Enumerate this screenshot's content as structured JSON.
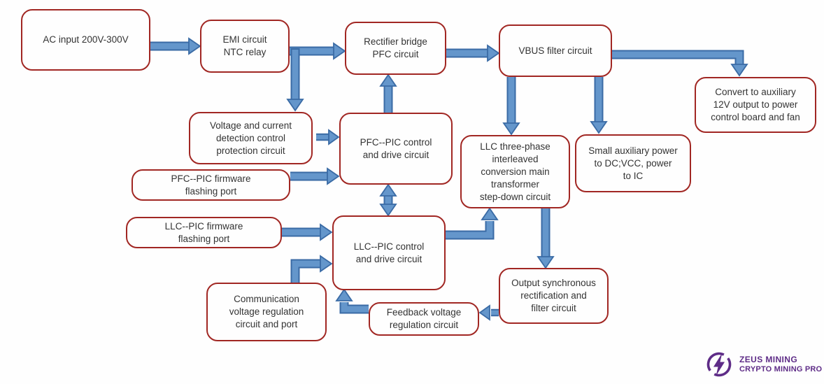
{
  "diagram": {
    "boxes": [
      {
        "id": "ac-input",
        "label": "AC input 200V-300V"
      },
      {
        "id": "emi-circuit",
        "label": "EMI circuit\nNTC relay"
      },
      {
        "id": "rectifier-bridge",
        "label": "Rectifier bridge\nPFC circuit"
      },
      {
        "id": "vbus-filter",
        "label": "VBUS filter circuit"
      },
      {
        "id": "convert-aux-12v",
        "label": "Convert to auxiliary\n12V output to power\ncontrol board and fan"
      },
      {
        "id": "voltage-current-detection",
        "label": "Voltage and current\ndetection control\nprotection circuit"
      },
      {
        "id": "pfc-pic-firmware",
        "label": "PFC--PIC firmware\nflashing port"
      },
      {
        "id": "pfc-pic-control",
        "label": "PFC--PIC control\nand drive circuit"
      },
      {
        "id": "llc-three-phase",
        "label": "LLC three-phase\ninterleaved\nconversion main\ntransformer\nstep-down circuit"
      },
      {
        "id": "small-aux-power",
        "label": "Small auxiliary power\nto DC;VCC, power\nto IC"
      },
      {
        "id": "llc-pic-firmware",
        "label": "LLC--PIC firmware\nflashing port"
      },
      {
        "id": "llc-pic-control",
        "label": "LLC--PIC control\nand drive circuit"
      },
      {
        "id": "communication-voltage",
        "label": "Communication\nvoltage regulation\ncircuit and port"
      },
      {
        "id": "feedback-voltage",
        "label": "Feedback voltage\nregulation circuit"
      },
      {
        "id": "output-sync-rect",
        "label": "Output synchronous\nrectification and\nfilter circuit"
      }
    ],
    "edges": [
      {
        "from": "ac-input",
        "to": "emi-circuit",
        "bidirectional": false
      },
      {
        "from": "emi-circuit",
        "to": "rectifier-bridge",
        "bidirectional": false
      },
      {
        "from": "emi-circuit",
        "to": "voltage-current-detection",
        "bidirectional": false
      },
      {
        "from": "rectifier-bridge",
        "to": "vbus-filter",
        "bidirectional": false
      },
      {
        "from": "vbus-filter",
        "to": "convert-aux-12v",
        "bidirectional": false
      },
      {
        "from": "pfc-pic-control",
        "to": "rectifier-bridge",
        "bidirectional": false
      },
      {
        "from": "vbus-filter",
        "to": "llc-three-phase",
        "bidirectional": false
      },
      {
        "from": "vbus-filter",
        "to": "small-aux-power",
        "bidirectional": false
      },
      {
        "from": "voltage-current-detection",
        "to": "pfc-pic-control",
        "bidirectional": false
      },
      {
        "from": "pfc-pic-firmware",
        "to": "pfc-pic-control",
        "bidirectional": false
      },
      {
        "from": "pfc-pic-control",
        "to": "llc-pic-control",
        "bidirectional": true
      },
      {
        "from": "llc-pic-firmware",
        "to": "llc-pic-control",
        "bidirectional": false
      },
      {
        "from": "communication-voltage",
        "to": "llc-pic-control",
        "bidirectional": false
      },
      {
        "from": "llc-pic-control",
        "to": "llc-three-phase",
        "bidirectional": false
      },
      {
        "from": "llc-three-phase",
        "to": "output-sync-rect",
        "bidirectional": false
      },
      {
        "from": "output-sync-rect",
        "to": "feedback-voltage",
        "bidirectional": false
      },
      {
        "from": "feedback-voltage",
        "to": "llc-pic-control",
        "bidirectional": false
      }
    ],
    "logo": {
      "brand": "ZEUS MINING",
      "tagline": "CRYPTO MINING PRO"
    },
    "colors": {
      "box_border": "#a12723",
      "arrow_fill": "#6496cb",
      "arrow_outline": "#3a6ba5",
      "text": "#333333",
      "logo": "#5e2c87"
    }
  }
}
